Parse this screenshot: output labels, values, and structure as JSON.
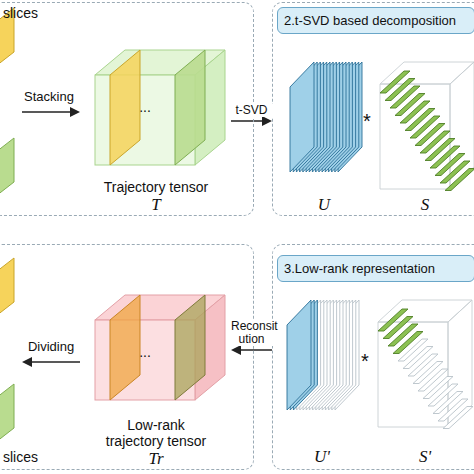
{
  "diagram": {
    "nodes": [
      {
        "text": [
          "slices"
        ]
      },
      {
        "text": [
          "Trajectory tensor",
          "T"
        ],
        "in": 0
      },
      {
        "text": [
          "2.t-SVD based decomposition"
        ]
      },
      {
        "text": [
          "U"
        ],
        "in": 2
      },
      {
        "text": [
          "S"
        ],
        "in": 2
      },
      {
        "text": [
          "3.Low-rank representation"
        ]
      },
      {
        "text": [
          "U'"
        ],
        "in": 5
      },
      {
        "text": [
          "S'"
        ],
        "in": 5
      },
      {
        "text": [
          "slices"
        ]
      },
      {
        "text": [
          "Low-rank trajectory tensor",
          "Tr"
        ],
        "in": 8
      }
    ],
    "edges": [
      {
        "from": 1,
        "to": 2,
        "label": "t-SVD",
        "arrow": "to"
      },
      {
        "from": 5,
        "to": 9,
        "label": "Reconsit ution",
        "arrow": "to"
      }
    ],
    "labels": [
      "Stacking",
      "...",
      "*",
      "*",
      "...",
      "Dividing"
    ]
  }
}
